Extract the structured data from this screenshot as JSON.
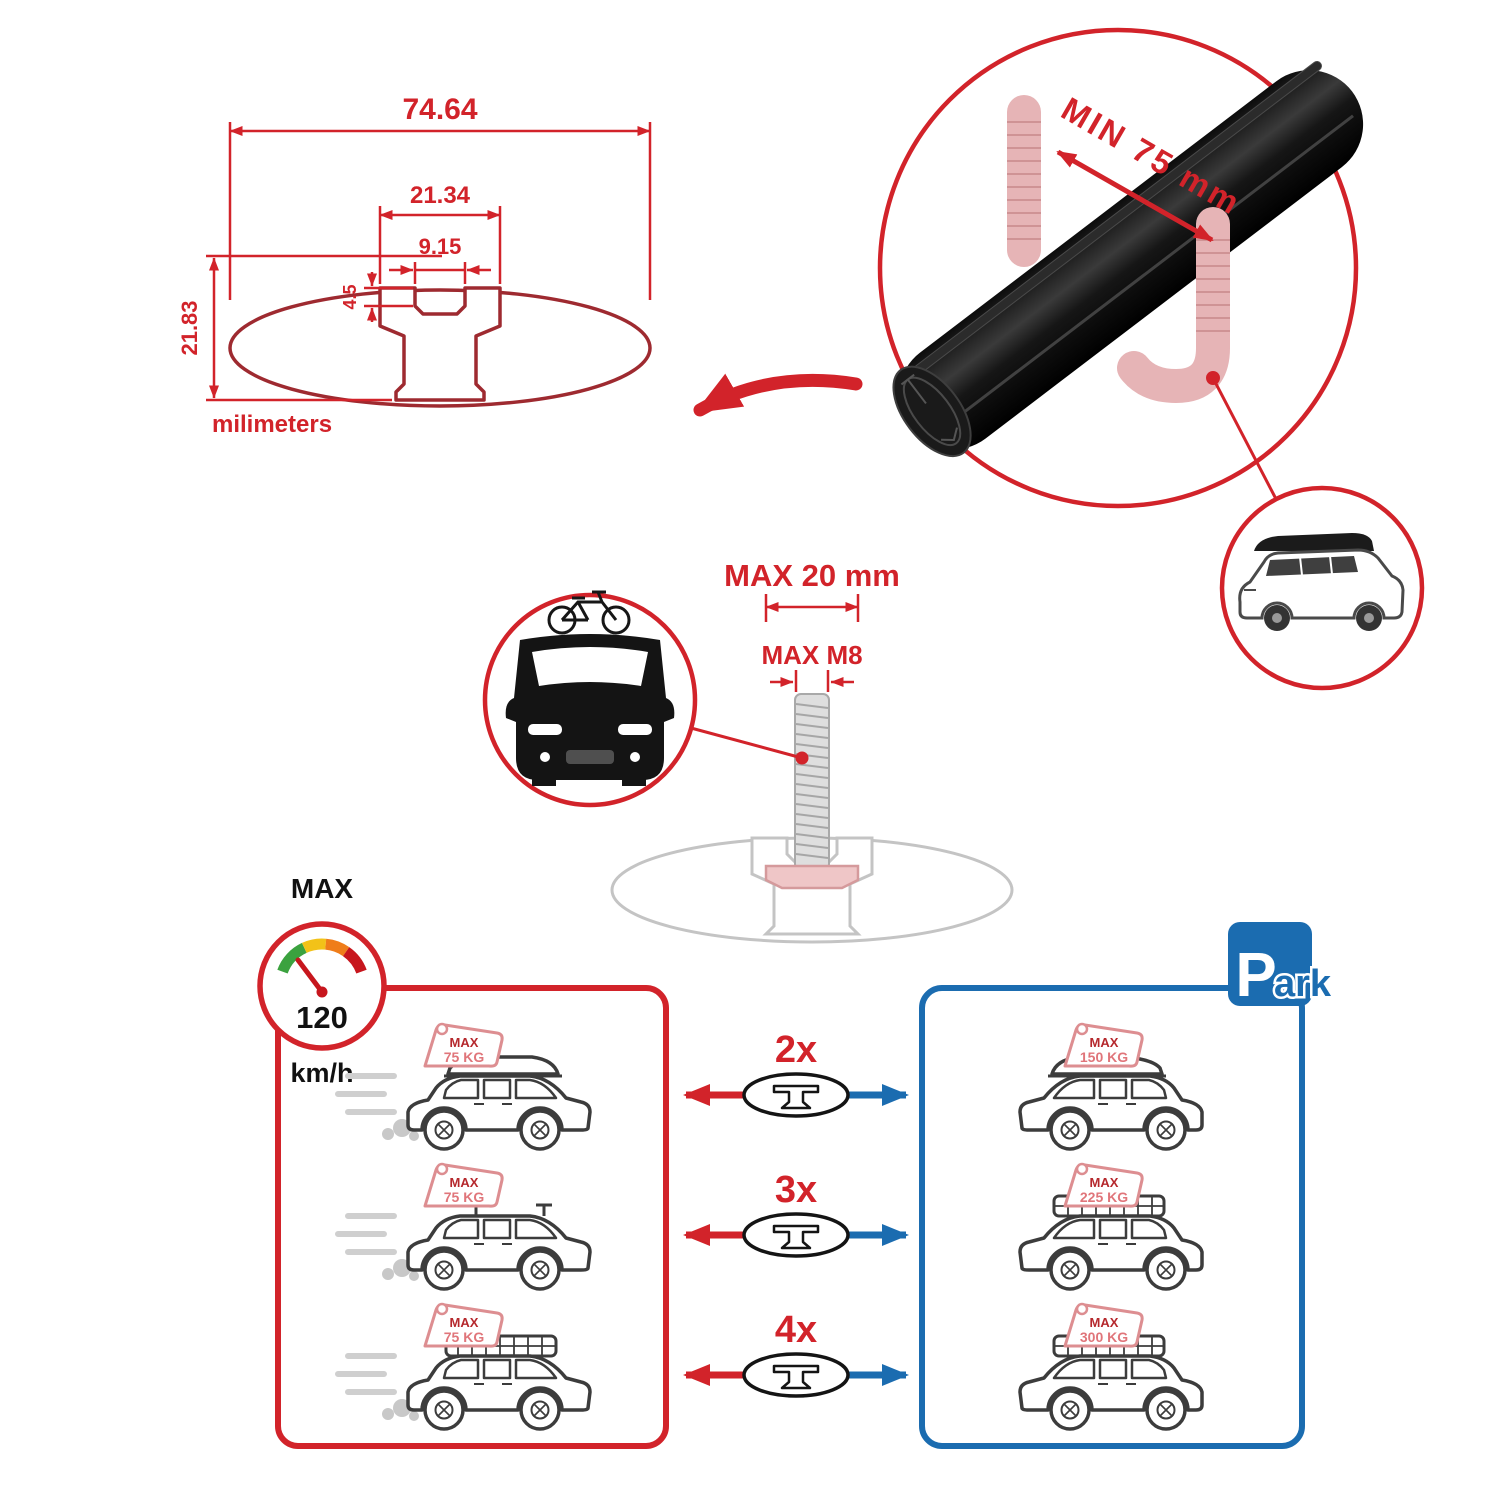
{
  "colors": {
    "accent_red": "#d2232a",
    "profile_red": "#9e2a30",
    "accent_blue": "#1b6cb0",
    "ghost_gray": "#c4c4c4",
    "ghost_pink": "#e6b4b6",
    "bar_black": "#111111"
  },
  "icons": {
    "gauge": "speedometer-arc",
    "park": "p-square-sign",
    "bar_profile": "t-slot-oval",
    "exhaust": "smoke-puffs"
  },
  "profile_dimensions": {
    "total_width": "74.64",
    "channel_width": "21.34",
    "opening_width": "9.15",
    "lip_depth": "4.5",
    "total_height": "21.83",
    "unit": "milimeters"
  },
  "bar_detail": {
    "min_span": "MIN 75 mm"
  },
  "bolt_detail": {
    "max_head": "MAX 20 mm",
    "max_thread": "MAX M8"
  },
  "speed_limit": {
    "label": "MAX",
    "value": "120",
    "unit": "km/h"
  },
  "park_sign": {
    "initial": "P",
    "rest": "ark"
  },
  "load_chart": {
    "multipliers": [
      "2x",
      "3x",
      "4x"
    ],
    "left": [
      {
        "label": "MAX",
        "value": "75 KG"
      },
      {
        "label": "MAX",
        "value": "75 KG"
      },
      {
        "label": "MAX",
        "value": "75 KG"
      }
    ],
    "right": [
      {
        "label": "MAX",
        "value": "150 KG"
      },
      {
        "label": "MAX",
        "value": "225 KG"
      },
      {
        "label": "MAX",
        "value": "300 KG"
      }
    ]
  }
}
